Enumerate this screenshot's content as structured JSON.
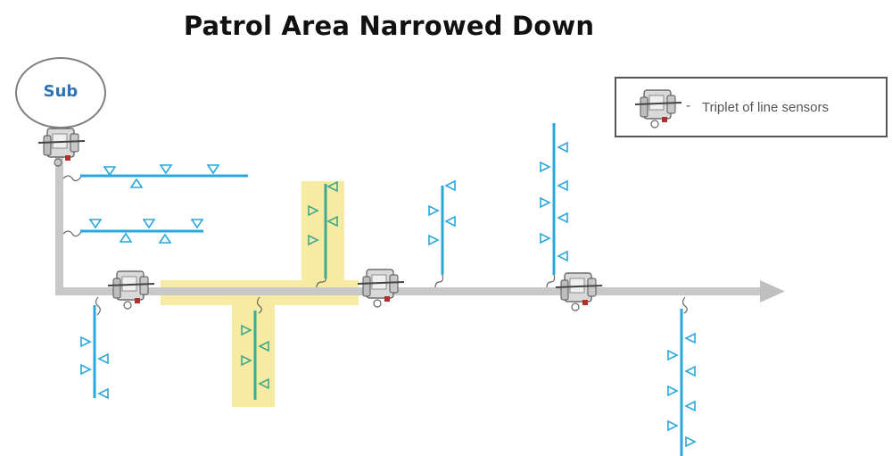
{
  "title": "Patrol Area Narrowed Down",
  "substation": {
    "label": "Sub"
  },
  "legend": {
    "dash": "-",
    "label": "Triplet of line sensors",
    "icon": "line-sensor-icon"
  },
  "colors": {
    "feeder": "#c0c0c0",
    "lateral": "#2aa7dc",
    "highlight": "#f7eba3",
    "highlighted_lateral": "#3fa98c",
    "fault_indicator": "#2aa7dc",
    "sensor_body": "#d8d8d8"
  },
  "icons": [
    "line-sensor-icon",
    "arrow-head-icon",
    "fault-indicator-triangle-icon"
  ]
}
